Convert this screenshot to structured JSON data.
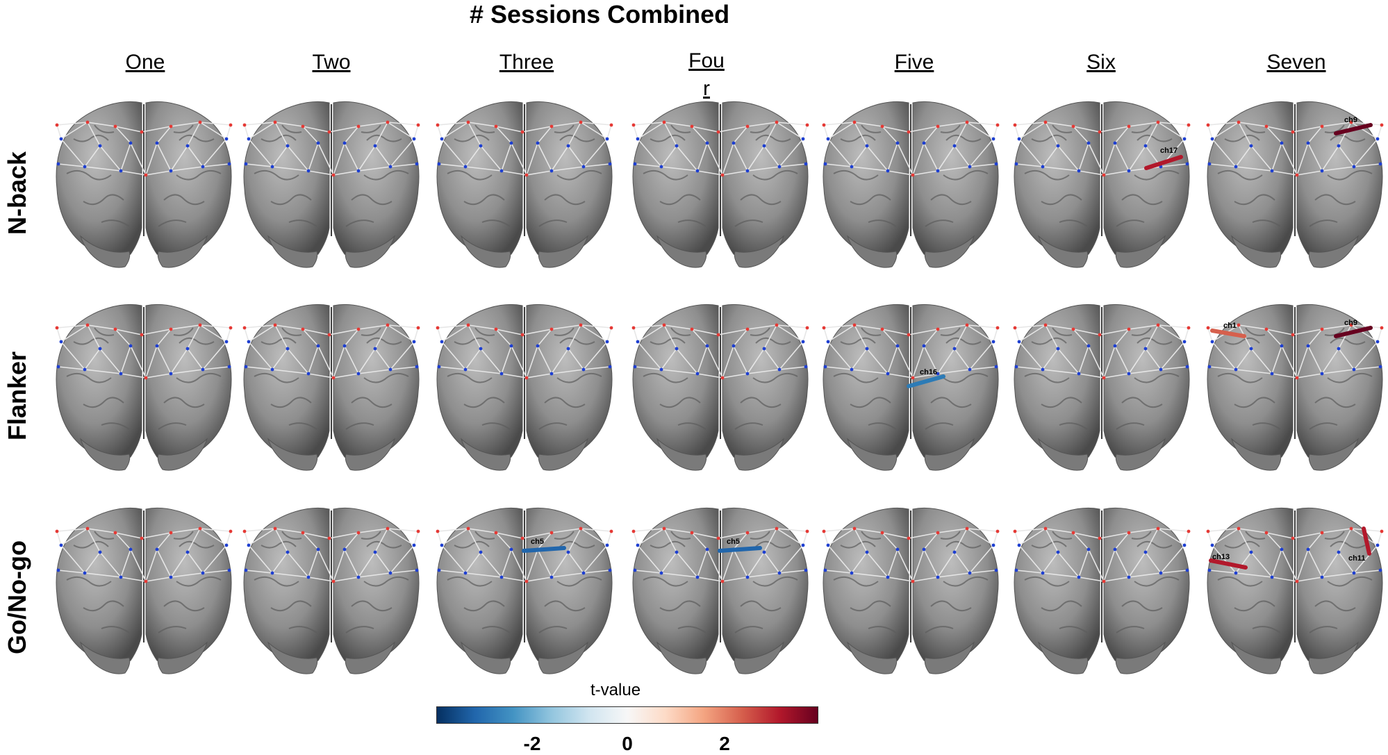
{
  "title": "# Sessions Combined",
  "columns": [
    "One",
    "Two",
    "Three",
    "Fou\nr",
    "Five",
    "Six",
    "Seven"
  ],
  "rows": [
    "N-back",
    "Flanker",
    "Go/No-go"
  ],
  "colorbar": {
    "label": "t-value",
    "ticks": [
      "-2",
      "0",
      "2"
    ],
    "colors": [
      "#053061",
      "#2166ac",
      "#4393c3",
      "#92c5de",
      "#d1e5f0",
      "#f7f7f7",
      "#fddbc7",
      "#f4a582",
      "#d6604d",
      "#b2182b",
      "#67001f"
    ]
  },
  "highlights": [
    {
      "row": 0,
      "col": 5,
      "channel": "ch17",
      "color": "#b2182b"
    },
    {
      "row": 0,
      "col": 6,
      "channel": "ch9",
      "color": "#67001f"
    },
    {
      "row": 1,
      "col": 4,
      "channel": "ch16",
      "color": "#2c7bb6"
    },
    {
      "row": 1,
      "col": 6,
      "channel": "ch1",
      "color": "#d6604d"
    },
    {
      "row": 1,
      "col": 6,
      "channel": "ch9",
      "color": "#67001f"
    },
    {
      "row": 2,
      "col": 2,
      "channel": "ch5",
      "color": "#2166ac"
    },
    {
      "row": 2,
      "col": 3,
      "channel": "ch5",
      "color": "#2166ac"
    },
    {
      "row": 2,
      "col": 6,
      "channel": "ch13",
      "color": "#b2182b"
    },
    {
      "row": 2,
      "col": 6,
      "channel": "ch11",
      "color": "#b2182b"
    }
  ]
}
